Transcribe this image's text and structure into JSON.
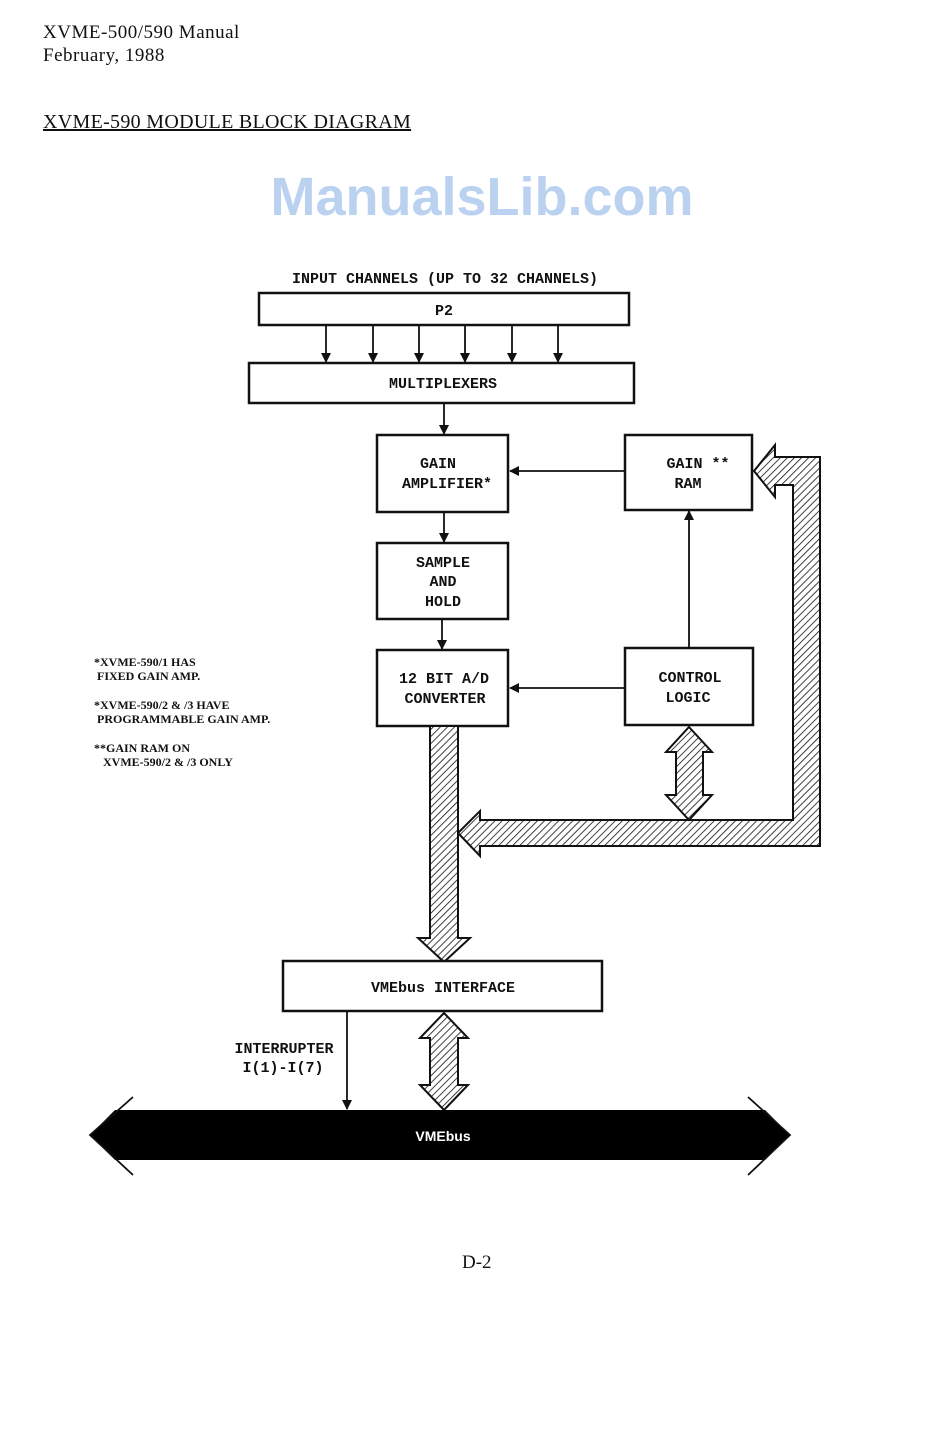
{
  "header": {
    "manual": "XVME-500/590 Manual",
    "date": "February, 1988",
    "title": "XVME-590 MODULE BLOCK DIAGRAM"
  },
  "diagram": {
    "input_label": "INPUT CHANNELS (UP TO 32 CHANNELS)",
    "p2": "P2",
    "multiplexers": "MULTIPLEXERS",
    "gain_amp": [
      "GAIN",
      "AMPLIFIER*"
    ],
    "gain_ram": [
      "GAIN **",
      "RAM"
    ],
    "sample_hold": [
      "SAMPLE",
      "AND",
      "HOLD"
    ],
    "adc": [
      "12 BIT A/D",
      "CONVERTER"
    ],
    "control_logic": [
      "CONTROL",
      "LOGIC"
    ],
    "vme_interface": "VMEbus INTERFACE",
    "interrupter": [
      "INTERRUPTER",
      "I(1)-I(7)"
    ],
    "vmebus": "VMEbus",
    "bus_color": "#000000"
  },
  "notes": [
    "*XVME-590/1 HAS\n FIXED GAIN AMP.",
    "*XVME-590/2 & /3 HAVE\n PROGRAMMABLE GAIN AMP.",
    "**GAIN RAM ON\n   XVME-590/2 & /3 ONLY"
  ],
  "watermark": "ManualsLib.com",
  "page_number": "D-2"
}
